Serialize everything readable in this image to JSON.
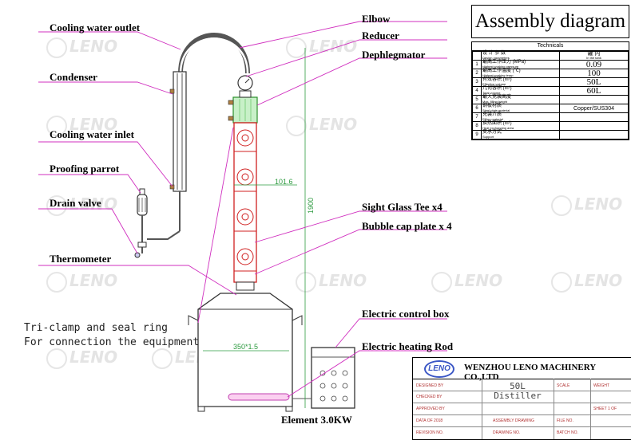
{
  "labels": {
    "cooling_water_outlet": "Cooling water outlet",
    "condenser": "Condenser",
    "cooling_water_inlet": "Cooling water inlet",
    "proofing_parrot": "Proofing parrot",
    "drain_valve": "Drain valve",
    "thermometer": "Thermometer",
    "elbow": "Elbow",
    "reducer": "Reducer",
    "dephlegmator": "Dephlegmator",
    "sight_glass_tee": "Sight Glass Tee  x4",
    "bubble_cap_plate": "Bubble cap plate x 4",
    "electric_control_box": "Electric control box",
    "electric_heating_rod": "Electric heating Rod",
    "element": "Element 3.0KW"
  },
  "note_lines": [
    "Tri-clamp and seal ring",
    "For connection the equipment"
  ],
  "dimensions": {
    "column_width": "101.6",
    "column_height": "1900",
    "boiler_width": "350*1.5"
  },
  "watermark_text": "LENO",
  "assembly": {
    "title": "Assembly diagram",
    "technicals_caption": "Technicals",
    "header": {
      "param_cn": "设 计 参 数",
      "param_en": "Design parameters",
      "value_cn": "罐 内",
      "value_en": "In the tank"
    },
    "rows": [
      {
        "no": "1",
        "cn": "最高工作压力 (MPa)",
        "en": "Highest working pressure",
        "value": "0.09"
      },
      {
        "no": "2",
        "cn": "最高工作温度 (℃)",
        "en": "Highest working temp.",
        "value": "100"
      },
      {
        "no": "3",
        "cn": "有效容积 (m³)",
        "en": "Effective volume",
        "value": "50L"
      },
      {
        "no": "4",
        "cn": "几何容积 (m³)",
        "en": "Total volume",
        "value": "60L"
      },
      {
        "no": "5",
        "cn": "最大充装高度",
        "en": "Max. filling height",
        "value": ""
      },
      {
        "no": "6",
        "cn": "钢板材质",
        "en": "Steel plate material",
        "value": "Copper/SUS304"
      },
      {
        "no": "7",
        "cn": "充装介质",
        "en": "Filling material",
        "value": ""
      },
      {
        "no": "8",
        "cn": "换热面积 (m²)",
        "en": "Heat exchanging area",
        "value": ""
      },
      {
        "no": "9",
        "cn": "支承方式",
        "en": "Support",
        "value": ""
      }
    ]
  },
  "title_block": {
    "logo": "LENO",
    "company": "WENZHOU LENO MACHINERY CO.,LTD",
    "product_line1": "50L",
    "product_line2": "Distiller",
    "left_rows": [
      "DESIGNED BY",
      "CHECKED BY",
      "APPROVED BY",
      "DATA OF 2018",
      "REVISION NO."
    ],
    "scale": "SCALE",
    "weight": "WEIGHT",
    "sheet": "SHEET 1 OF",
    "assembly_drawing": "ASSEMBLY DRAWING",
    "drawing_no": "DRAWING NO.",
    "file_no": "FILE NO.",
    "batch_no": "BATCH NO."
  },
  "colors": {
    "leader": "#d02fbf",
    "column_copper": "#e02a2a",
    "dephlegmator_green": "#3fbf3f",
    "dimension_green": "#2e9b40",
    "logo_blue": "#3a56c5"
  }
}
